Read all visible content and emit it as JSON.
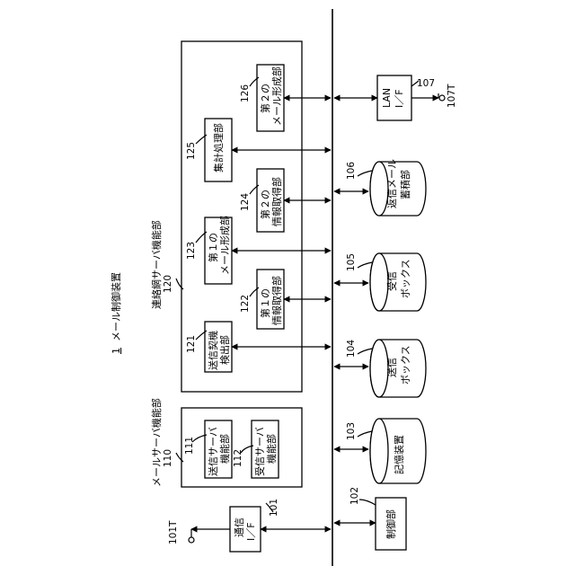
{
  "title": {
    "ref": "1",
    "text": "メール制御装置"
  },
  "external": {
    "comm_terminal": "101T",
    "lan_terminal": "107T"
  },
  "components": {
    "comm_if": {
      "ref": "101",
      "line1": "通信",
      "line2": "I／F"
    },
    "control": {
      "ref": "102",
      "line1": "制御部"
    },
    "storage": {
      "ref": "103",
      "line1": "記憶装置"
    },
    "send_box": {
      "ref": "104",
      "line1": "送信",
      "line2": "ボックス"
    },
    "recv_box": {
      "ref": "105",
      "line1": "受信",
      "line2": "ボックス"
    },
    "reply_store": {
      "ref": "106",
      "line1": "返信メール",
      "line2": "蓄積部"
    },
    "lan_if": {
      "ref": "107",
      "line1": "LAN",
      "line2": "I／F"
    },
    "mail_server": {
      "ref": "110",
      "label": "メールサーバ機能部"
    },
    "send_server": {
      "ref": "111",
      "line1": "送信サーバ",
      "line2": "機能部"
    },
    "recv_server": {
      "ref": "112",
      "line1": "受信サーバ",
      "line2": "機能部"
    },
    "contact_server": {
      "ref": "120",
      "label": "連絡網サーバ機能部"
    },
    "send_detect": {
      "ref": "121",
      "line1": "送信契機",
      "line2": "検出部"
    },
    "info_acq_1": {
      "ref": "122",
      "line1": "第１の",
      "line2": "情報取得部"
    },
    "mail_form_1": {
      "ref": "123",
      "line1": "第１の",
      "line2": "メール形成部"
    },
    "info_acq_2": {
      "ref": "124",
      "line1": "第２の",
      "line2": "情報取得部"
    },
    "tally": {
      "ref": "125",
      "line1": "集計処理部"
    },
    "mail_form_2": {
      "ref": "126",
      "line1": "第２の",
      "line2": "メール形成部"
    }
  }
}
